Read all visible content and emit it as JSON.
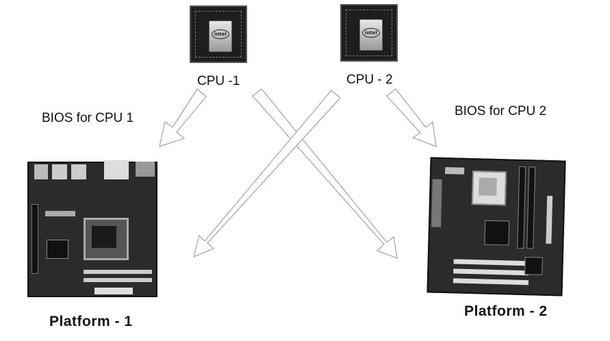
{
  "cpus": [
    {
      "label": "CPU -1",
      "chip_brand": "intel"
    },
    {
      "label": "CPU - 2",
      "chip_brand": "intel"
    }
  ],
  "bios_labels": [
    "BIOS for CPU 1",
    "BIOS for CPU 2"
  ],
  "platforms": [
    "Platform - 1",
    "Platform - 2"
  ]
}
